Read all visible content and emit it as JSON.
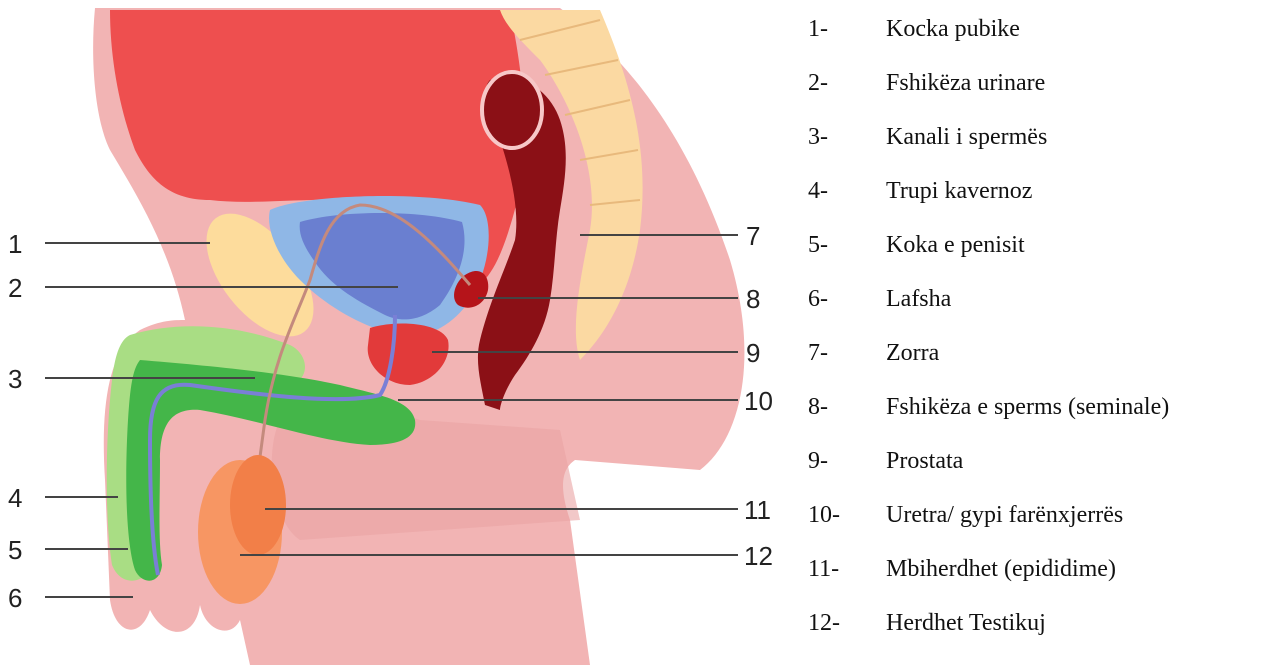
{
  "diagram": {
    "callout_numbers": [
      "1",
      "2",
      "3",
      "4",
      "5",
      "6",
      "7",
      "8",
      "9",
      "10",
      "11",
      "12"
    ]
  },
  "legend": {
    "items": [
      {
        "num": "1-",
        "label": "Kocka pubike"
      },
      {
        "num": "2-",
        "label": "Fshikëza urinare"
      },
      {
        "num": "3-",
        "label": "Kanali i spermës"
      },
      {
        "num": "4-",
        "label": "Trupi kavernoz"
      },
      {
        "num": "5-",
        "label": "Koka e penisit"
      },
      {
        "num": "6-",
        "label": "Lafsha"
      },
      {
        "num": "7-",
        "label": "Zorra"
      },
      {
        "num": "8-",
        "label": "Fshikëza e sperms (seminale)"
      },
      {
        "num": "9-",
        "label": "Prostata"
      },
      {
        "num": "10-",
        "label": "Uretra/ gypi farënxjerrës"
      },
      {
        "num": "11-",
        "label": "Mbiherdhet (epididime)"
      },
      {
        "num": "12-",
        "label": "Herdhet Testikuj"
      }
    ]
  },
  "colors": {
    "body_outline": "#f2b4b4",
    "body_inner": "#e9a3a3",
    "abdomen": "#ee4f4f",
    "pubic_bone": "#fddc9c",
    "bladder_outer": "#8fb7e6",
    "bladder_inner": "#6a7fd0",
    "penis_outer": "#a9dd84",
    "penis_inner": "#44b649",
    "testis": "#f79663",
    "rectum": "#8b1016",
    "prostate": "#e23a3a",
    "spine": "#fbd9a2",
    "duct": "#c48a7d"
  }
}
